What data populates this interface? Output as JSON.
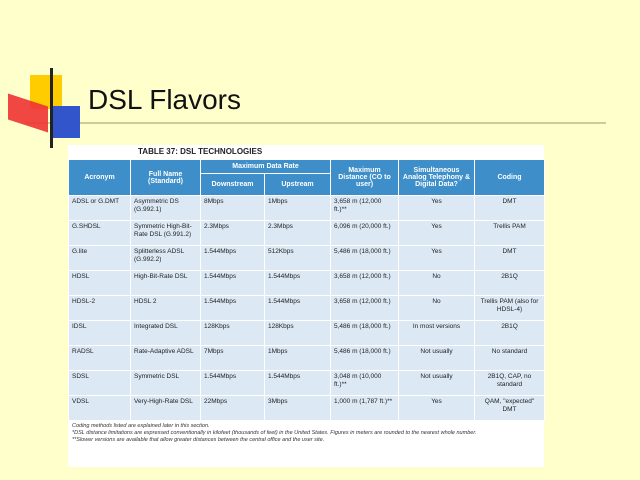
{
  "slide": {
    "title": "DSL Flavors"
  },
  "table": {
    "caption": "TABLE 37: DSL TECHNOLOGIES",
    "headers": {
      "acronym": "Acronym",
      "full_name": "Full Name (Standard)",
      "max_rate": "Maximum Data Rate",
      "downstream": "Downstream",
      "upstream": "Upstream",
      "max_distance": "Maximum Distance (CO to user)",
      "simultaneous": "Simultaneous Analog Telephony & Digital Data?",
      "coding": "Coding"
    },
    "rows": [
      {
        "acronym": "ADSL or G.DMT",
        "name": "Asymmetric DS (G.992.1)",
        "down": "8Mbps",
        "up": "1Mbps",
        "dist": "3,658 m (12,000 ft.)**",
        "sim": "Yes",
        "coding": "DMT"
      },
      {
        "acronym": "G.SHDSL",
        "name": "Symmetric High-Bit-Rate DSL (G.991.2)",
        "down": "2.3Mbps",
        "up": "2.3Mbps",
        "dist": "6,096 m (20,000 ft.)",
        "sim": "Yes",
        "coding": "Trellis PAM"
      },
      {
        "acronym": "G.lite",
        "name": "Splitterless ADSL (G.992.2)",
        "down": "1.544Mbps",
        "up": "512Kbps",
        "dist": "5,486 m (18,000 ft.)",
        "sim": "Yes",
        "coding": "DMT"
      },
      {
        "acronym": "HDSL",
        "name": "High-Bit-Rate DSL",
        "down": "1.544Mbps",
        "up": "1.544Mbps",
        "dist": "3,658 m (12,000 ft.)",
        "sim": "No",
        "coding": "2B1Q"
      },
      {
        "acronym": "HDSL-2",
        "name": "HDSL 2",
        "down": "1.544Mbps",
        "up": "1.544Mbps",
        "dist": "3,658 m (12,000 ft.)",
        "sim": "No",
        "coding": "Trellis PAM (also for HDSL-4)"
      },
      {
        "acronym": "IDSL",
        "name": "Integrated DSL",
        "down": "128Kbps",
        "up": "128Kbps",
        "dist": "5,486 m (18,000 ft.)",
        "sim": "In most versions",
        "coding": "2B1Q"
      },
      {
        "acronym": "RADSL",
        "name": "Rate-Adaptive ADSL",
        "down": "7Mbps",
        "up": "1Mbps",
        "dist": "5,486 m (18,000 ft.)",
        "sim": "Not usually",
        "coding": "No standard"
      },
      {
        "acronym": "SDSL",
        "name": "Symmetric DSL",
        "down": "1.544Mbps",
        "up": "1.544Mbps",
        "dist": "3,048 m (10,000 ft.)**",
        "sim": "Not usually",
        "coding": "2B1Q, CAP, no standard"
      },
      {
        "acronym": "VDSL",
        "name": "Very-High-Rate DSL",
        "down": "22Mbps",
        "up": "3Mbps",
        "dist": "1,000 m (1,787 ft.)**",
        "sim": "Yes",
        "coding": "QAM, \"expected\" DMT"
      }
    ],
    "notes": [
      "Coding methods listed are explained later in this section.",
      "*DSL distance limitations are expressed conventionally in kilofeet (thousands of feet) in the United States. Figures in meters are rounded to the nearest whole number.",
      "**Slower versions are available that allow greater distances between the central office and the user site."
    ]
  }
}
